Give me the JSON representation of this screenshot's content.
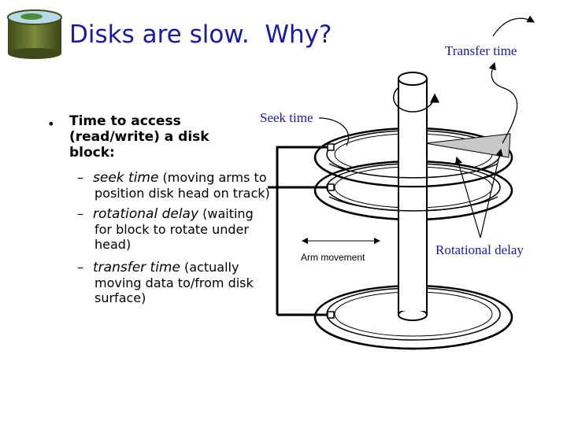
{
  "slide": {
    "title": "Disks are slow.  Why?",
    "main_bullet_lines": [
      "Time to access",
      "(read/write) a disk",
      "block:"
    ],
    "sub_bullets": [
      {
        "term": "seek time",
        "rest_first": " (moving arms to",
        "rest_cont": "position disk head on track)"
      },
      {
        "term": "rotational delay",
        "rest_first": " (waiting",
        "rest_cont": "for block to rotate under head)"
      },
      {
        "term": "transfer time",
        "rest_first": " (actually",
        "rest_cont": "moving data to/from disk surface)"
      }
    ]
  },
  "diagram": {
    "labels": {
      "transfer_time": "Transfer time",
      "seek_time": "Seek time",
      "rotational_delay": "Rotational delay",
      "arm_movement": "Arm movement"
    },
    "icons": [
      "disk-logo-icon"
    ]
  }
}
